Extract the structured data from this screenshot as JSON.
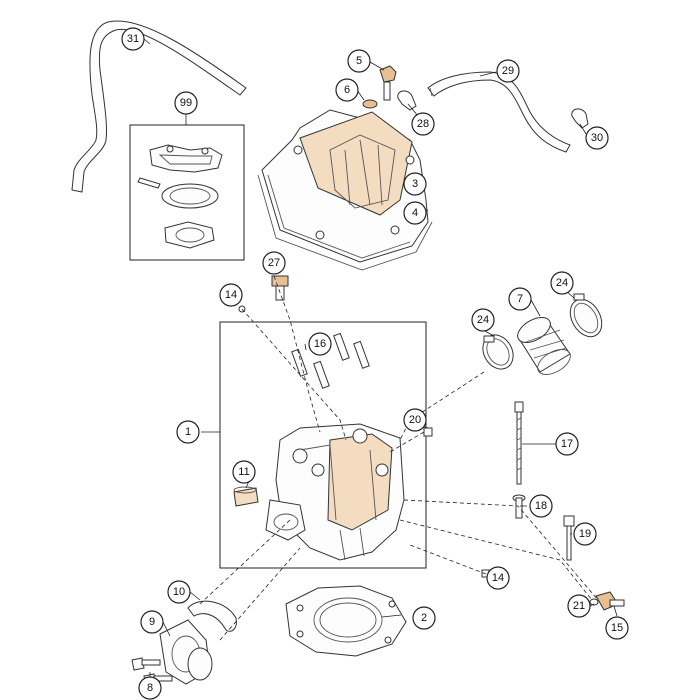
{
  "colors": {
    "background": "#ffffff",
    "line": "#333333",
    "accent_fill": "#f4dcc0",
    "accent_strong": "#e8bf92"
  },
  "callouts": {
    "c1": "1",
    "c2": "2",
    "c3": "3",
    "c4": "4",
    "c5": "5",
    "c6": "6",
    "c7": "7",
    "c8": "8",
    "c9": "9",
    "c10": "10",
    "c11": "11",
    "c14a": "14",
    "c14b": "14",
    "c15": "15",
    "c16": "16",
    "c17": "17",
    "c18": "18",
    "c19": "19",
    "c20": "20",
    "c21": "21",
    "c24a": "24",
    "c24b": "24",
    "c27": "27",
    "c28": "28",
    "c29": "29",
    "c30": "30",
    "c31": "31",
    "c99": "99"
  }
}
